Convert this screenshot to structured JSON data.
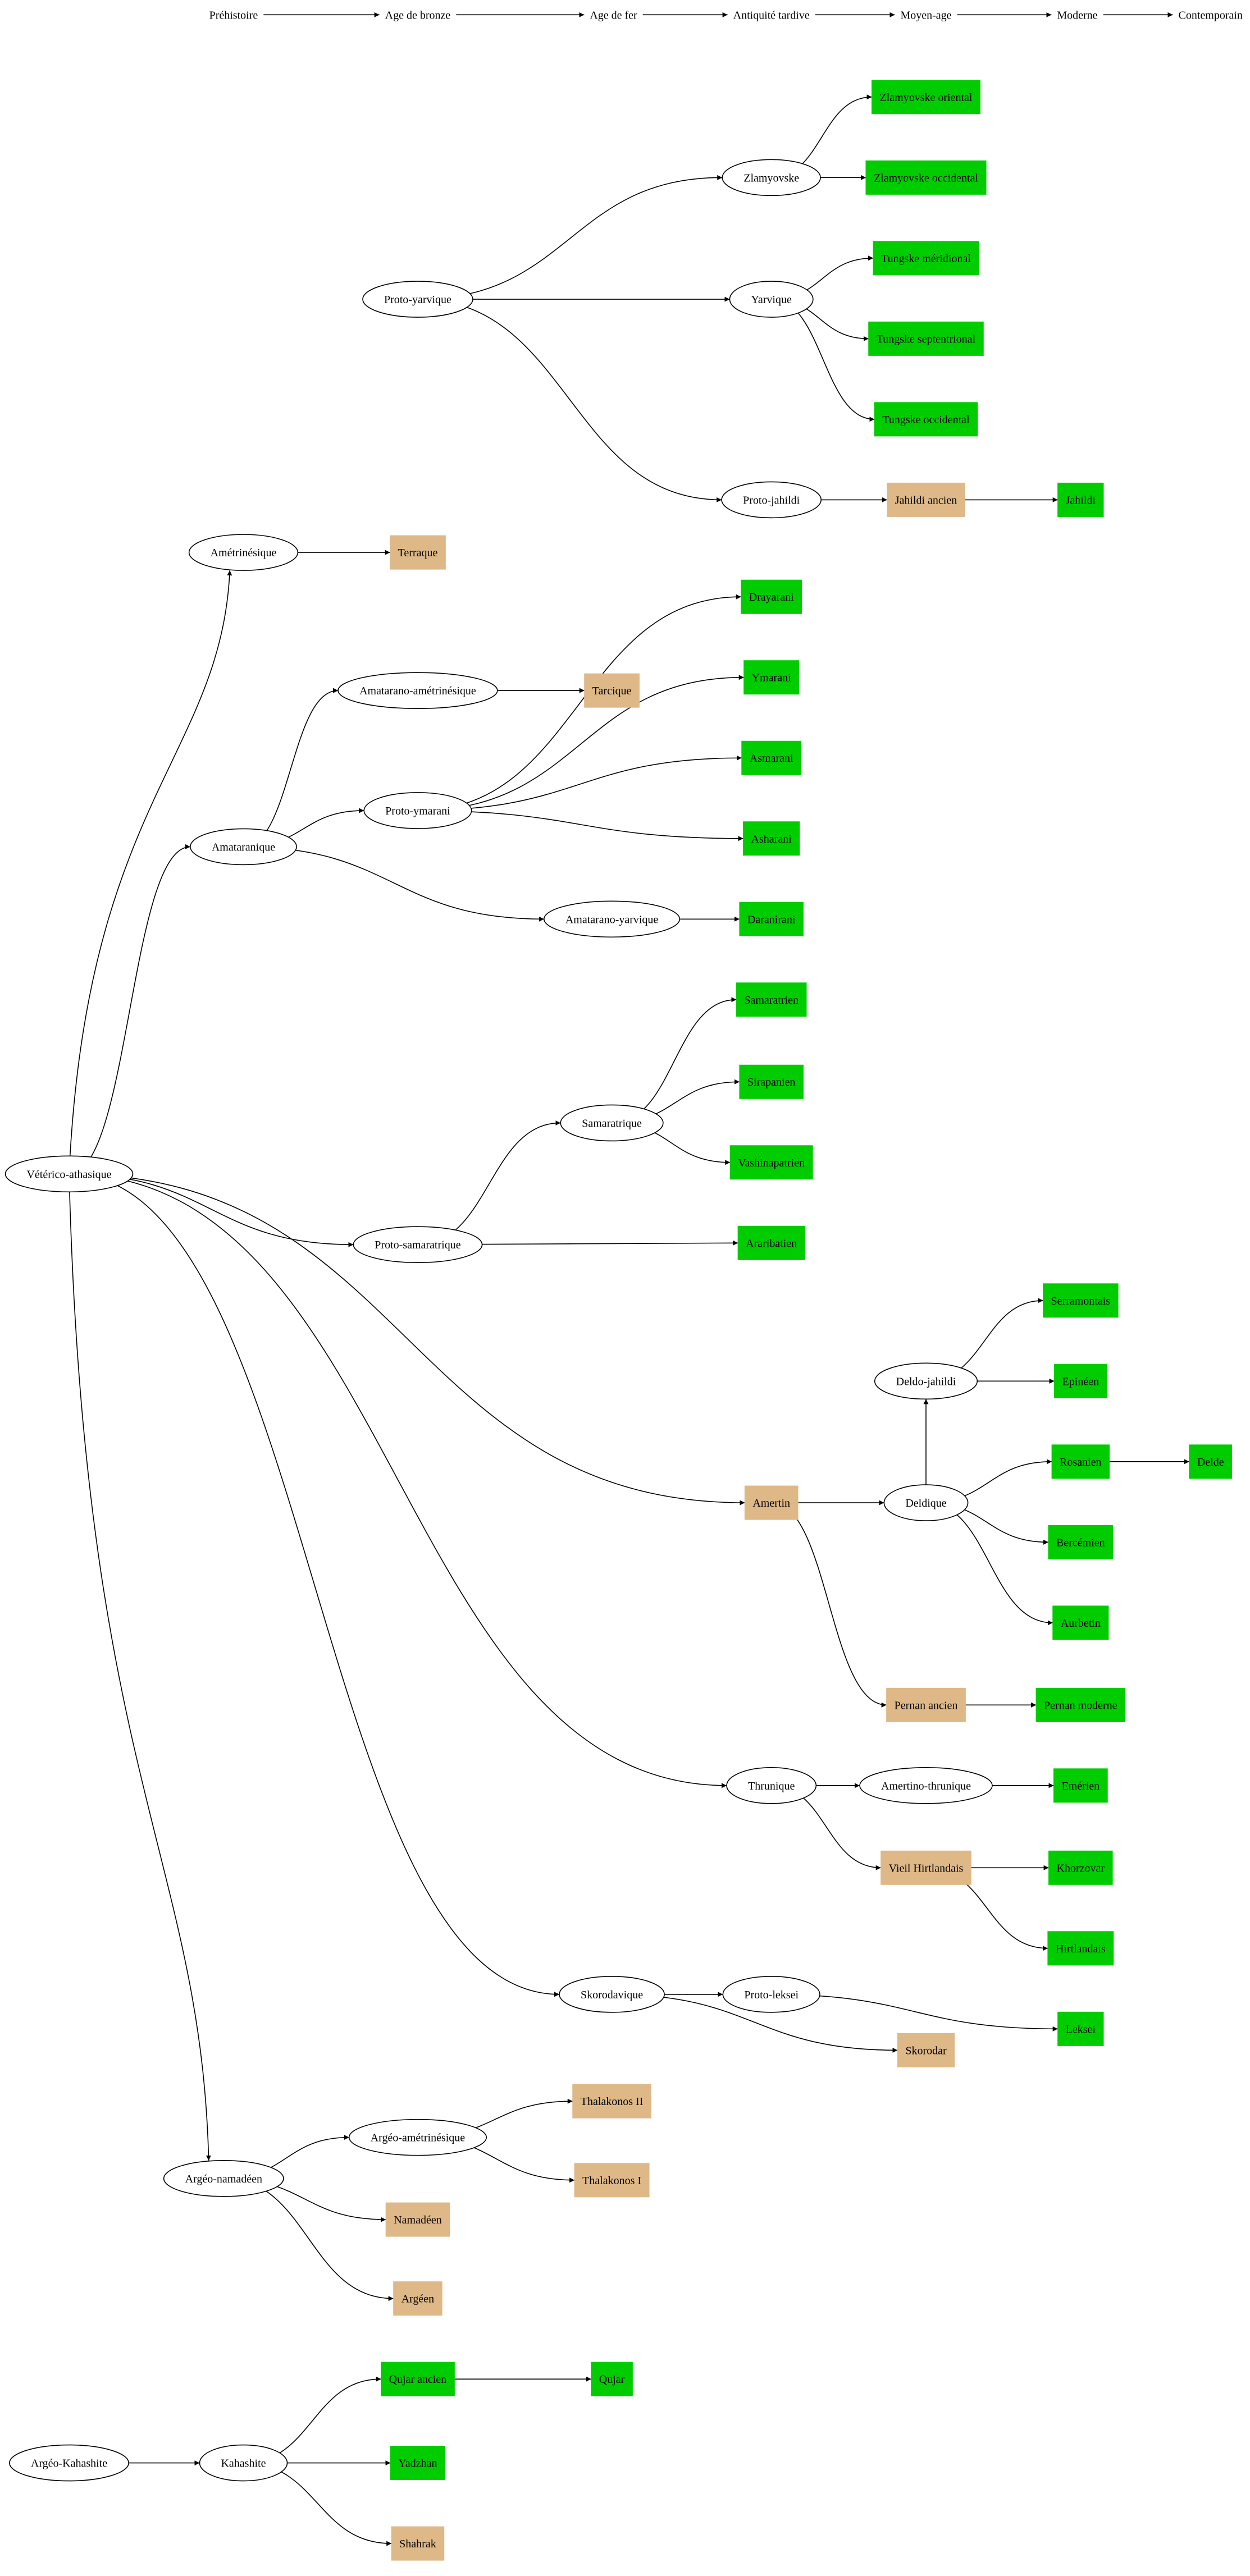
{
  "timeline": [
    "Préhistoire",
    "Age de bronze",
    "Age de fer",
    "Antiquité tardive",
    "Moyen-age",
    "Moderne",
    "Contemporain"
  ],
  "colors": {
    "living": "#00cc00",
    "extinct": "#deb887",
    "proto": "#ffffff",
    "edge": "#000000"
  },
  "nodes": [
    {
      "id": "proto_yarvique",
      "label": "Proto-yarvique",
      "shape": "ellipse"
    },
    {
      "id": "zlamyovske",
      "label": "Zlamyovske",
      "shape": "ellipse"
    },
    {
      "id": "yarvique",
      "label": "Yarvique",
      "shape": "ellipse"
    },
    {
      "id": "proto_jahildi",
      "label": "Proto-jahildi",
      "shape": "ellipse"
    },
    {
      "id": "zlam_or",
      "label": "Zlamyovske oriental",
      "shape": "box",
      "status": "living"
    },
    {
      "id": "zlam_oc",
      "label": "Zlamyovske occidental",
      "shape": "box",
      "status": "living"
    },
    {
      "id": "tung_mer",
      "label": "Tungske méridional",
      "shape": "box",
      "status": "living"
    },
    {
      "id": "tung_sep",
      "label": "Tungske septentrional",
      "shape": "box",
      "status": "living"
    },
    {
      "id": "tung_occ",
      "label": "Tungske occidental",
      "shape": "box",
      "status": "living"
    },
    {
      "id": "jahildi_ancien",
      "label": "Jahildi ancien",
      "shape": "box",
      "status": "extinct"
    },
    {
      "id": "jahildi",
      "label": "Jahildi",
      "shape": "box",
      "status": "living"
    },
    {
      "id": "ametrinesique",
      "label": "Amétrinésique",
      "shape": "ellipse"
    },
    {
      "id": "terraque",
      "label": "Terraque",
      "shape": "box",
      "status": "extinct"
    },
    {
      "id": "amat_amet",
      "label": "Amatarano-amétrinésique",
      "shape": "ellipse"
    },
    {
      "id": "tarcique",
      "label": "Tarcique",
      "shape": "box",
      "status": "extinct"
    },
    {
      "id": "drayarani",
      "label": "Drayarani",
      "shape": "box",
      "status": "living"
    },
    {
      "id": "ymarani",
      "label": "Ymarani",
      "shape": "box",
      "status": "living"
    },
    {
      "id": "asmarani",
      "label": "Asmarani",
      "shape": "box",
      "status": "living"
    },
    {
      "id": "asharani",
      "label": "Asharani",
      "shape": "box",
      "status": "living"
    },
    {
      "id": "daranirani",
      "label": "Daranirani",
      "shape": "box",
      "status": "living"
    },
    {
      "id": "proto_ymarani",
      "label": "Proto-ymarani",
      "shape": "ellipse"
    },
    {
      "id": "amataranique",
      "label": "Amataranique",
      "shape": "ellipse"
    },
    {
      "id": "amat_yarv",
      "label": "Amatarano-yarvique",
      "shape": "ellipse"
    },
    {
      "id": "veterico",
      "label": "Vétérico-athasique",
      "shape": "ellipse"
    },
    {
      "id": "samaratrique",
      "label": "Samaratrique",
      "shape": "ellipse"
    },
    {
      "id": "samaratrien",
      "label": "Samaratrien",
      "shape": "box",
      "status": "living"
    },
    {
      "id": "sirapanien",
      "label": "Sirapanien",
      "shape": "box",
      "status": "living"
    },
    {
      "id": "vashinapatrien",
      "label": "Vashinapatrien",
      "shape": "box",
      "status": "living"
    },
    {
      "id": "araribatien",
      "label": "Araribatien",
      "shape": "box",
      "status": "living"
    },
    {
      "id": "proto_samaratrique",
      "label": "Proto-samaratrique",
      "shape": "ellipse"
    },
    {
      "id": "serramontais",
      "label": "Serramontais",
      "shape": "box",
      "status": "living"
    },
    {
      "id": "deldo_jahildi",
      "label": "Deldo-jahildi",
      "shape": "ellipse"
    },
    {
      "id": "epineen",
      "label": "Epinéen",
      "shape": "box",
      "status": "living"
    },
    {
      "id": "rosanien",
      "label": "Rosanien",
      "shape": "box",
      "status": "living"
    },
    {
      "id": "delde",
      "label": "Delde",
      "shape": "box",
      "status": "living"
    },
    {
      "id": "deldique",
      "label": "Deldique",
      "shape": "ellipse"
    },
    {
      "id": "amertin",
      "label": "Amertin",
      "shape": "box",
      "status": "extinct"
    },
    {
      "id": "bercemien",
      "label": "Bercémien",
      "shape": "box",
      "status": "living"
    },
    {
      "id": "aurbetin",
      "label": "Aurbetin",
      "shape": "box",
      "status": "living"
    },
    {
      "id": "pernan_ancien",
      "label": "Pernan ancien",
      "shape": "box",
      "status": "extinct"
    },
    {
      "id": "pernan_moderne",
      "label": "Pernan moderne",
      "shape": "box",
      "status": "living"
    },
    {
      "id": "thrunique",
      "label": "Thrunique",
      "shape": "ellipse"
    },
    {
      "id": "amertino_thrunique",
      "label": "Amertino-thrunique",
      "shape": "ellipse"
    },
    {
      "id": "emerien",
      "label": "Emérien",
      "shape": "box",
      "status": "living"
    },
    {
      "id": "vieil_hirtlandais",
      "label": "Vieil Hirtlandais",
      "shape": "box",
      "status": "extinct"
    },
    {
      "id": "khorzovar",
      "label": "Khorzovar",
      "shape": "box",
      "status": "living"
    },
    {
      "id": "hirtlandais",
      "label": "Hirtlandais",
      "shape": "box",
      "status": "living"
    },
    {
      "id": "skorodavique",
      "label": "Skorodavique",
      "shape": "ellipse"
    },
    {
      "id": "proto_leksei",
      "label": "Proto-leksei",
      "shape": "ellipse"
    },
    {
      "id": "leksei",
      "label": "Leksei",
      "shape": "box",
      "status": "living"
    },
    {
      "id": "skorodar",
      "label": "Skorodar",
      "shape": "box",
      "status": "extinct"
    },
    {
      "id": "thalakonos2",
      "label": "Thalakonos II",
      "shape": "box",
      "status": "extinct"
    },
    {
      "id": "argeo_amet",
      "label": "Argéo-amétrinésique",
      "shape": "ellipse"
    },
    {
      "id": "thalakonos1",
      "label": "Thalakonos I",
      "shape": "box",
      "status": "extinct"
    },
    {
      "id": "argeo_namadeen",
      "label": "Argéo-namadéen",
      "shape": "ellipse"
    },
    {
      "id": "namadeen",
      "label": "Namadéen",
      "shape": "box",
      "status": "extinct"
    },
    {
      "id": "argeen",
      "label": "Argéen",
      "shape": "box",
      "status": "extinct"
    },
    {
      "id": "argeo_kahashite",
      "label": "Argéo-Kahashite",
      "shape": "ellipse"
    },
    {
      "id": "kahashite",
      "label": "Kahashite",
      "shape": "ellipse"
    },
    {
      "id": "qujar_ancien",
      "label": "Qujar ancien",
      "shape": "box",
      "status": "living"
    },
    {
      "id": "qujar",
      "label": "Qujar",
      "shape": "box",
      "status": "living"
    },
    {
      "id": "yadzhan",
      "label": "Yadzhan",
      "shape": "box",
      "status": "living"
    },
    {
      "id": "shahrak",
      "label": "Shahrak",
      "shape": "box",
      "status": "extinct"
    }
  ],
  "edges": [
    [
      "proto_yarvique",
      "zlamyovske"
    ],
    [
      "proto_yarvique",
      "yarvique"
    ],
    [
      "proto_yarvique",
      "proto_jahildi"
    ],
    [
      "zlamyovske",
      "zlam_or"
    ],
    [
      "zlamyovske",
      "zlam_oc"
    ],
    [
      "yarvique",
      "tung_mer"
    ],
    [
      "yarvique",
      "tung_sep"
    ],
    [
      "yarvique",
      "tung_occ"
    ],
    [
      "proto_jahildi",
      "jahildi_ancien"
    ],
    [
      "jahildi_ancien",
      "jahildi"
    ],
    [
      "veterico",
      "ametrinesique"
    ],
    [
      "ametrinesique",
      "terraque"
    ],
    [
      "veterico",
      "amataranique"
    ],
    [
      "amataranique",
      "amat_amet"
    ],
    [
      "amat_amet",
      "tarcique"
    ],
    [
      "amataranique",
      "proto_ymarani"
    ],
    [
      "amataranique",
      "amat_yarv"
    ],
    [
      "proto_ymarani",
      "drayarani"
    ],
    [
      "proto_ymarani",
      "ymarani"
    ],
    [
      "proto_ymarani",
      "asmarani"
    ],
    [
      "proto_ymarani",
      "asharani"
    ],
    [
      "amat_yarv",
      "daranirani"
    ],
    [
      "veterico",
      "proto_samaratrique"
    ],
    [
      "proto_samaratrique",
      "samaratrique"
    ],
    [
      "proto_samaratrique",
      "araribatien"
    ],
    [
      "samaratrique",
      "samaratrien"
    ],
    [
      "samaratrique",
      "sirapanien"
    ],
    [
      "samaratrique",
      "vashinapatrien"
    ],
    [
      "veterico",
      "amertin"
    ],
    [
      "amertin",
      "deldique"
    ],
    [
      "amertin",
      "pernan_ancien"
    ],
    [
      "pernan_ancien",
      "pernan_moderne"
    ],
    [
      "deldique",
      "deldo_jahildi"
    ],
    [
      "deldo_jahildi",
      "serramontais"
    ],
    [
      "deldo_jahildi",
      "epineen"
    ],
    [
      "deldique",
      "rosanien"
    ],
    [
      "rosanien",
      "delde"
    ],
    [
      "deldique",
      "bercemien"
    ],
    [
      "deldique",
      "aurbetin"
    ],
    [
      "veterico",
      "thrunique"
    ],
    [
      "thrunique",
      "amertino_thrunique"
    ],
    [
      "amertino_thrunique",
      "emerien"
    ],
    [
      "thrunique",
      "vieil_hirtlandais"
    ],
    [
      "vieil_hirtlandais",
      "khorzovar"
    ],
    [
      "vieil_hirtlandais",
      "hirtlandais"
    ],
    [
      "veterico",
      "skorodavique"
    ],
    [
      "skorodavique",
      "proto_leksei"
    ],
    [
      "proto_leksei",
      "leksei"
    ],
    [
      "skorodavique",
      "skorodar"
    ],
    [
      "veterico",
      "argeo_namadeen"
    ],
    [
      "argeo_namadeen",
      "argeo_amet"
    ],
    [
      "argeo_amet",
      "thalakonos2"
    ],
    [
      "argeo_amet",
      "thalakonos1"
    ],
    [
      "argeo_namadeen",
      "namadeen"
    ],
    [
      "argeo_namadeen",
      "argeen"
    ],
    [
      "argeo_kahashite",
      "kahashite"
    ],
    [
      "kahashite",
      "qujar_ancien"
    ],
    [
      "qujar_ancien",
      "qujar"
    ],
    [
      "kahashite",
      "yadzhan"
    ],
    [
      "kahashite",
      "shahrak"
    ]
  ]
}
